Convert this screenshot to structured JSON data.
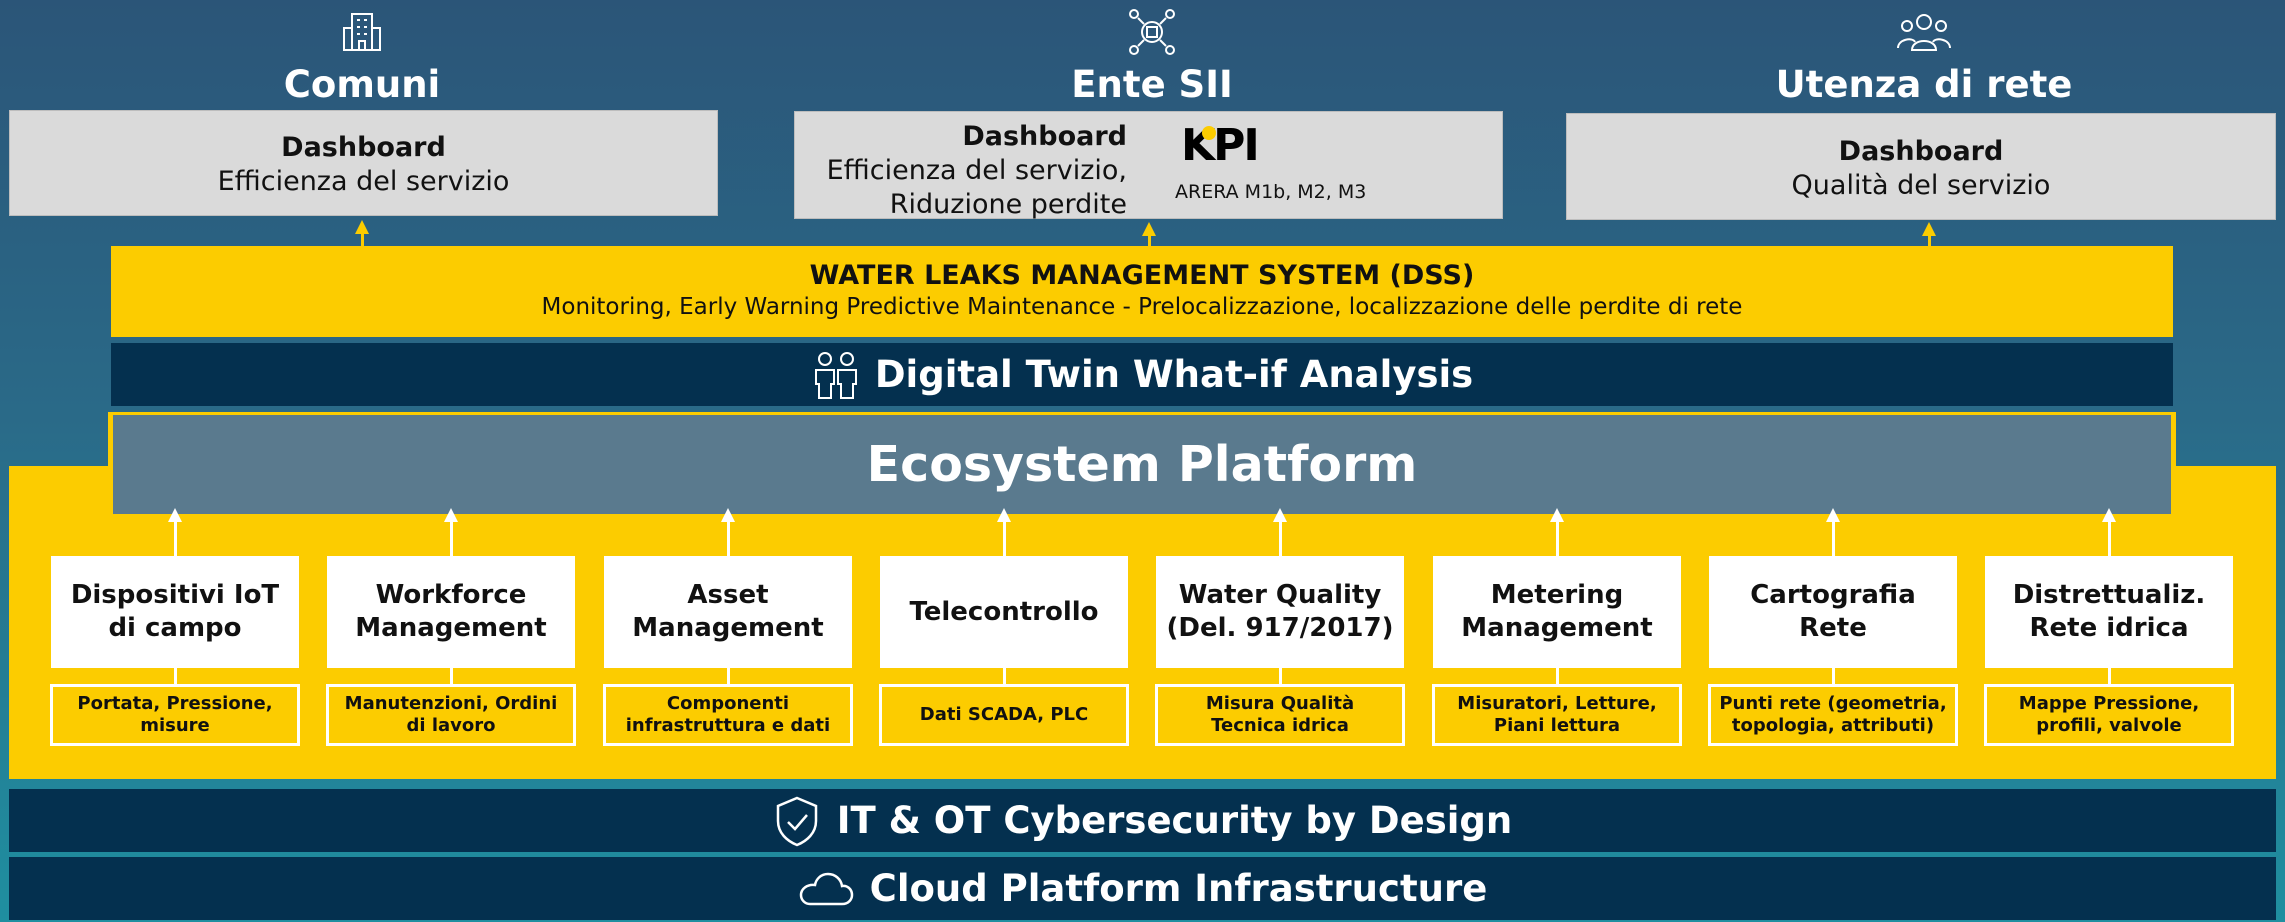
{
  "stakeholders": [
    {
      "name": "Comuni",
      "icon": "building-icon"
    },
    {
      "name": "Ente SII",
      "icon": "network-building-icon"
    },
    {
      "name": "Utenza di rete",
      "icon": "users-icon"
    }
  ],
  "dashboards": {
    "comuni": {
      "title": "Dashboard",
      "line1": "Efficienza del servizio"
    },
    "ente": {
      "title": "Dashboard",
      "line1": "Efficienza del servizio,",
      "line2": "Riduzione perdite",
      "kpi_logo": "KPI",
      "kpi_note": "ARERA M1b, M2, M3"
    },
    "utenza": {
      "title": "Dashboard",
      "line1": "Qualità del servizio"
    }
  },
  "dss": {
    "title": "WATER LEAKS MANAGEMENT SYSTEM (DSS)",
    "subtitle": "Monitoring, Early Warning Predictive Maintenance - Prelocalizzazione, localizzazione delle perdite di rete"
  },
  "digital_twin": {
    "label": "Digital Twin What-if Analysis",
    "icon": "people-pair-icon"
  },
  "ecosystem": {
    "label": "Ecosystem Platform"
  },
  "modules": [
    {
      "title": "Dispositivi IoT\ndi campo",
      "detail": "Portata, Pressione,\nmisure"
    },
    {
      "title": "Workforce\nManagement",
      "detail": "Manutenzioni, Ordini\ndi lavoro"
    },
    {
      "title": "Asset\nManagement",
      "detail": "Componenti\ninfrastruttura e dati"
    },
    {
      "title": "Telecontrollo",
      "detail": "Dati SCADA, PLC"
    },
    {
      "title": "Water Quality\n(Del. 917/2017)",
      "detail": "Misura Qualità\nTecnica idrica"
    },
    {
      "title": "Metering\nManagement",
      "detail": "Misuratori, Letture,\nPiani lettura"
    },
    {
      "title": "Cartografia\nRete",
      "detail": "Punti rete (geometria,\ntopologia, attributi)"
    },
    {
      "title": "Distrettualiz.\nRete idrica",
      "detail": "Mappe Pressione,\nprofili, valvole"
    }
  ],
  "security": {
    "label": "IT & OT Cybersecurity by Design",
    "icon": "shield-check-icon"
  },
  "cloud": {
    "label": "Cloud Platform Infrastructure",
    "icon": "cloud-icon"
  },
  "colors": {
    "yellow": "#fccc00",
    "navy": "#04304f",
    "slate": "#5a7a8e",
    "dashboard_gray": "#dadada"
  }
}
